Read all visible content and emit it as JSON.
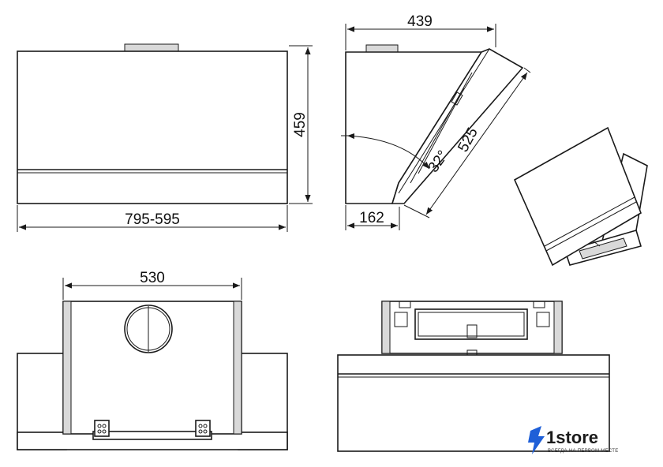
{
  "dimensions": {
    "front_height": "459",
    "front_width": "795-595",
    "side_depth": "439",
    "panel_length": "525",
    "angle": "32°",
    "side_base": "162",
    "rear_width": "530"
  },
  "brand": {
    "name": "1store",
    "tagline": "ВСЕГДА НА ПЕРВОМ МЕСТЕ",
    "accent_color": "#1e5fd8",
    "logo_icon": "lightning-bolt-icon"
  }
}
